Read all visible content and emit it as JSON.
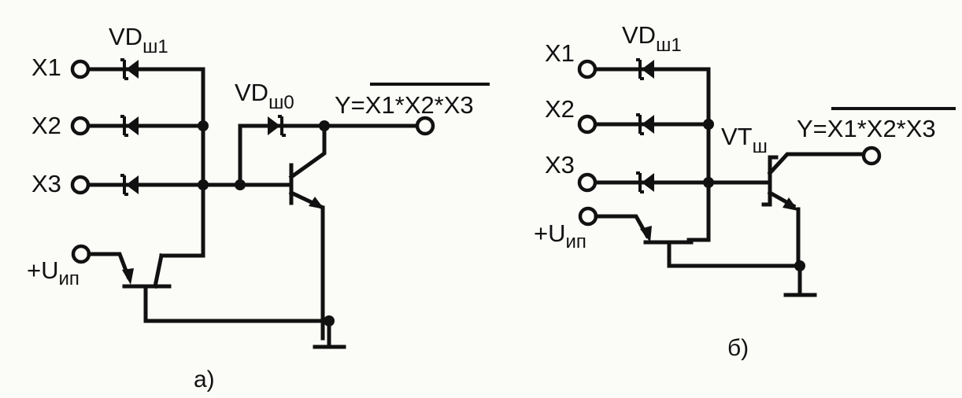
{
  "diagram_a": {
    "inputs": [
      "X1",
      "X2",
      "X3"
    ],
    "diode_input_main": "VD",
    "diode_input_sub": "ш1",
    "diode_out_main": "VD",
    "diode_out_sub": "ш0",
    "output_prefix": "Y=",
    "output_expr": "X1*X2*X3",
    "supply_main": "+U",
    "supply_sub": "ип",
    "caption": "а)"
  },
  "diagram_b": {
    "inputs": [
      "X1",
      "X2",
      "X3"
    ],
    "diode_input_main": "VD",
    "diode_input_sub": "ш1",
    "transistor_main": "VT",
    "transistor_sub": "ш",
    "output_prefix": "Y=",
    "output_expr": "X1*X2*X3",
    "supply_main": "+U",
    "supply_sub": "ип",
    "caption": "б)"
  }
}
